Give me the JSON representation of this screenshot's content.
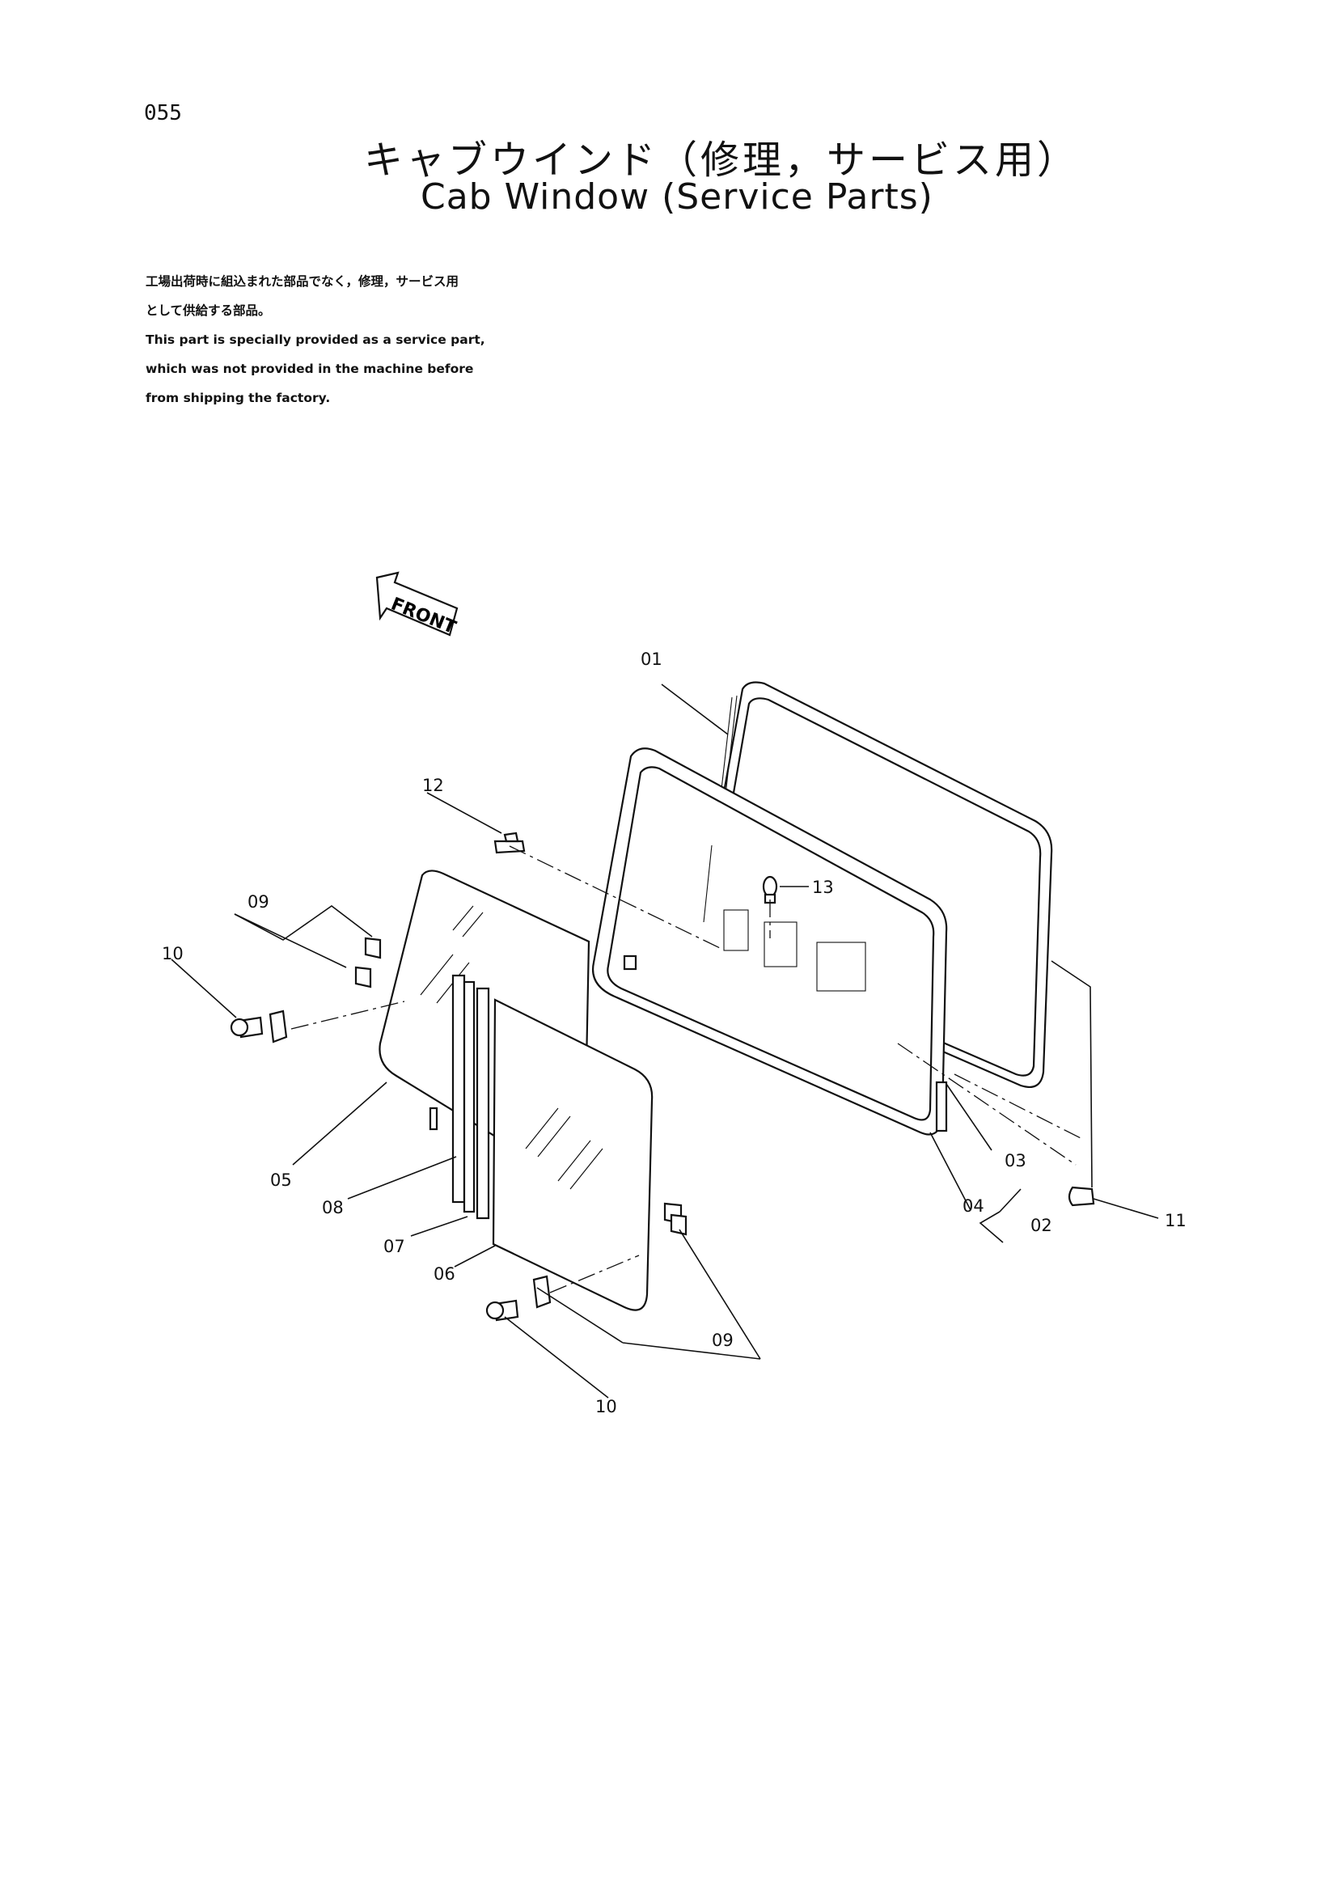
{
  "page": {
    "number": "055",
    "title_ja": "キャブウインド（修理，サービス用）",
    "title_en": "Cab Window (Service Parts)"
  },
  "note": {
    "ja_line1": "工場出荷時に組込まれた部品でなく，修理，サービス用",
    "ja_line2": "として供給する部品。",
    "en_line1": "This part is specially provided as a service part,",
    "en_line2": "which was not provided in the machine before",
    "en_line3": "from shipping the factory."
  },
  "diagram": {
    "front_label": "FRONT",
    "callouts": {
      "c01": "01",
      "c02": "02",
      "c03": "03",
      "c04": "04",
      "c05": "05",
      "c06": "06",
      "c07": "07",
      "c08": "08",
      "c09_upper": "09",
      "c09_lower": "09",
      "c10_upper": "10",
      "c10_lower": "10",
      "c11": "11",
      "c12": "12",
      "c13": "13"
    }
  }
}
